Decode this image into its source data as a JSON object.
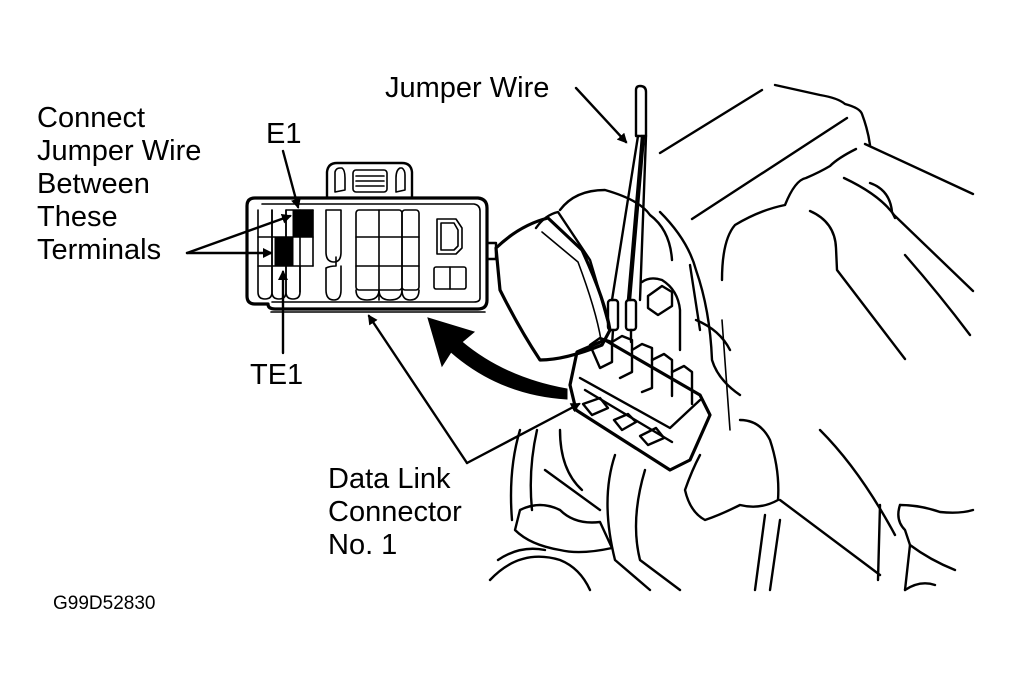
{
  "figure": {
    "id": "G99D52830",
    "colors": {
      "ink": "#000000",
      "background": "#ffffff"
    }
  },
  "labels": {
    "instruction": [
      "Connect",
      "Jumper Wire",
      "Between",
      "These",
      "Terminals"
    ],
    "e1": "E1",
    "te1": "TE1",
    "jumper_wire": "Jumper Wire",
    "connector": [
      "Data Link",
      "Connector",
      "No. 1"
    ]
  },
  "connector_detail": {
    "highlighted_terminals": [
      "E1",
      "TE1"
    ]
  }
}
